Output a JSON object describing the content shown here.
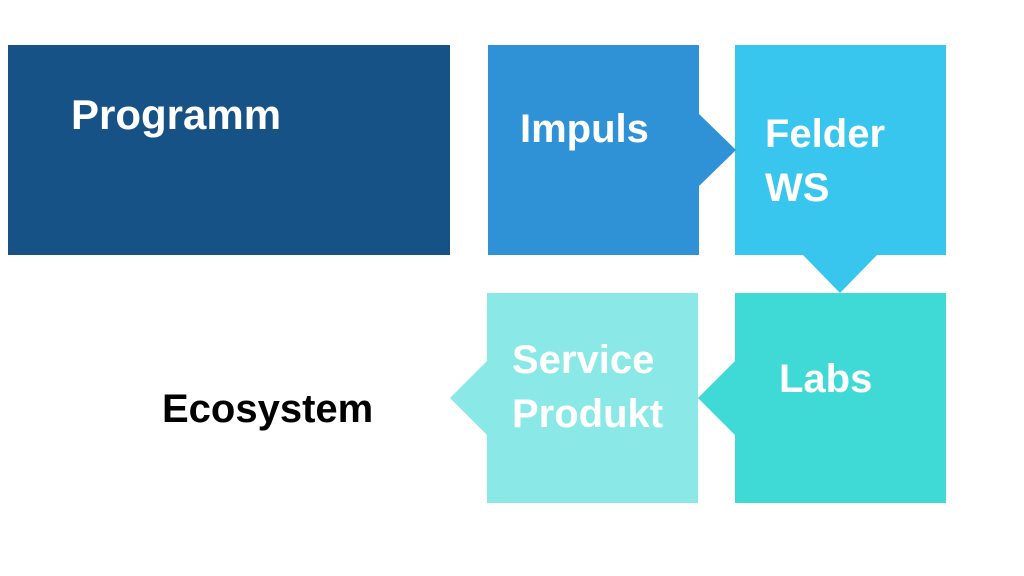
{
  "boxes": {
    "programm": {
      "label": "Programm",
      "color": "#175287"
    },
    "impuls": {
      "label": "Impuls",
      "color": "#2f91d6"
    },
    "felder": {
      "line1": "Felder",
      "line2": "WS",
      "color": "#39c6ee"
    },
    "labs": {
      "label": "Labs",
      "color": "#3fd9d6"
    },
    "service": {
      "line1": "Service",
      "line2": "Produkt",
      "color": "#8ae9e7"
    }
  },
  "ecosystem": {
    "label": "Ecosystem"
  }
}
